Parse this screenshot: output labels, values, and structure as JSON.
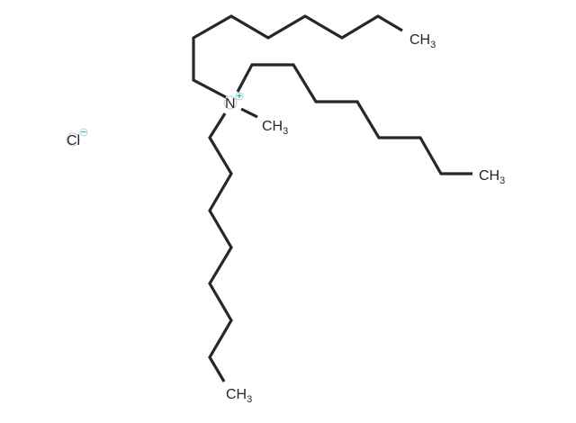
{
  "molecule": {
    "atoms": {
      "nitrogen": "N",
      "nitrogen_charge": "+",
      "chloride": "Cl",
      "chloride_charge": "−",
      "methyl_top": {
        "main": "CH",
        "sub": "3"
      },
      "methyl_n": {
        "main": "CH",
        "sub": "3"
      },
      "methyl_right": {
        "main": "CH",
        "sub": "3"
      },
      "methyl_bottom": {
        "main": "CH",
        "sub": "3"
      }
    },
    "colors": {
      "bond": "#23272e",
      "charge": "#00c8e0",
      "nitrogen": "#2a2a2a"
    }
  }
}
